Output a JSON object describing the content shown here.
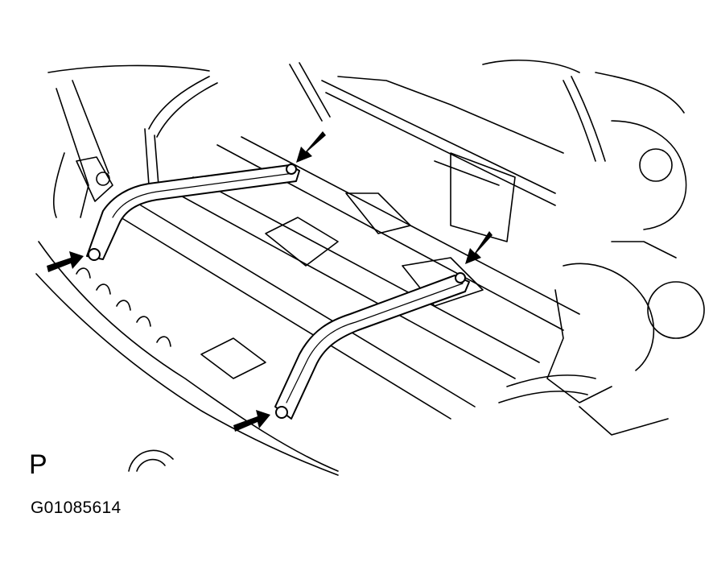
{
  "figure": {
    "view_letter": "P",
    "code": "G01085614"
  },
  "callouts": [
    {
      "id": "arrow-1"
    },
    {
      "id": "arrow-2"
    },
    {
      "id": "arrow-3"
    },
    {
      "id": "arrow-4"
    }
  ],
  "colors": {
    "line": "#000000",
    "background": "#ffffff",
    "highlight_fill": "#ffffff"
  }
}
